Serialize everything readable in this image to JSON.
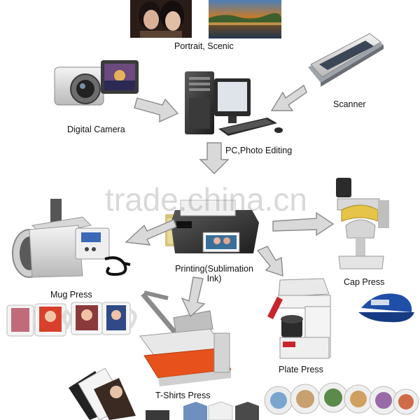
{
  "labels": {
    "portrait_scenic": "Portrait, Scenic",
    "digital_camera": "Digital Camera",
    "scanner": "Scanner",
    "pc_photo_editing": "PC,Photo Editing",
    "printing_line1": "Printing(Sublimation",
    "printing_line2": "Ink)",
    "mug_press": "Mug Press",
    "cap_press": "Cap Press",
    "plate_press": "Plate Press",
    "tshirts_press": "T-Shirts Press"
  },
  "watermark": "trade.china.cn",
  "colors": {
    "arrow_fill": "#d9d9d9",
    "arrow_stroke": "#8a8a8a",
    "cap_blue": "#1f4fa8",
    "press_orange": "#e85a1c",
    "plate_red": "#c8242b"
  },
  "icons": [
    "portrait-photo-icon",
    "scenic-photo-icon",
    "digital-camera-icon",
    "pc-computer-icon",
    "scanner-icon",
    "printer-icon",
    "mug-press-icon",
    "mugs-icon",
    "cap-press-icon",
    "cap-icon",
    "plate-press-icon",
    "plates-icon",
    "tshirt-press-icon",
    "photos-icon",
    "tshirts-icon"
  ]
}
